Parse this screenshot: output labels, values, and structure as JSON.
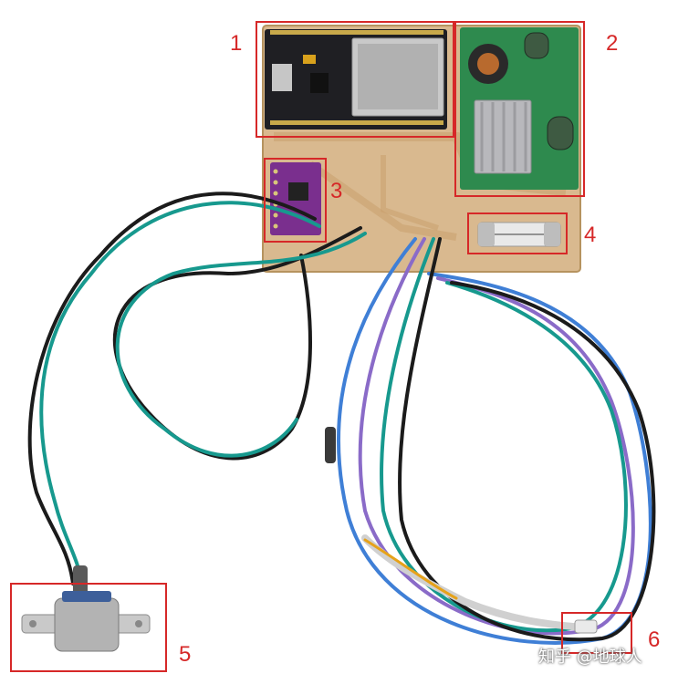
{
  "callouts": {
    "one": "1",
    "two": "2",
    "three": "3",
    "four": "4",
    "five": "5",
    "six": "6"
  },
  "watermark": "知乎 @地球人",
  "colors": {
    "highlight_box": "#d62828",
    "pcb": "#d9b98f",
    "wire_teal": "#17998e",
    "wire_black": "#1b1b1b",
    "wire_blue": "#3f7fd6",
    "wire_purple": "#8a6bc8"
  }
}
